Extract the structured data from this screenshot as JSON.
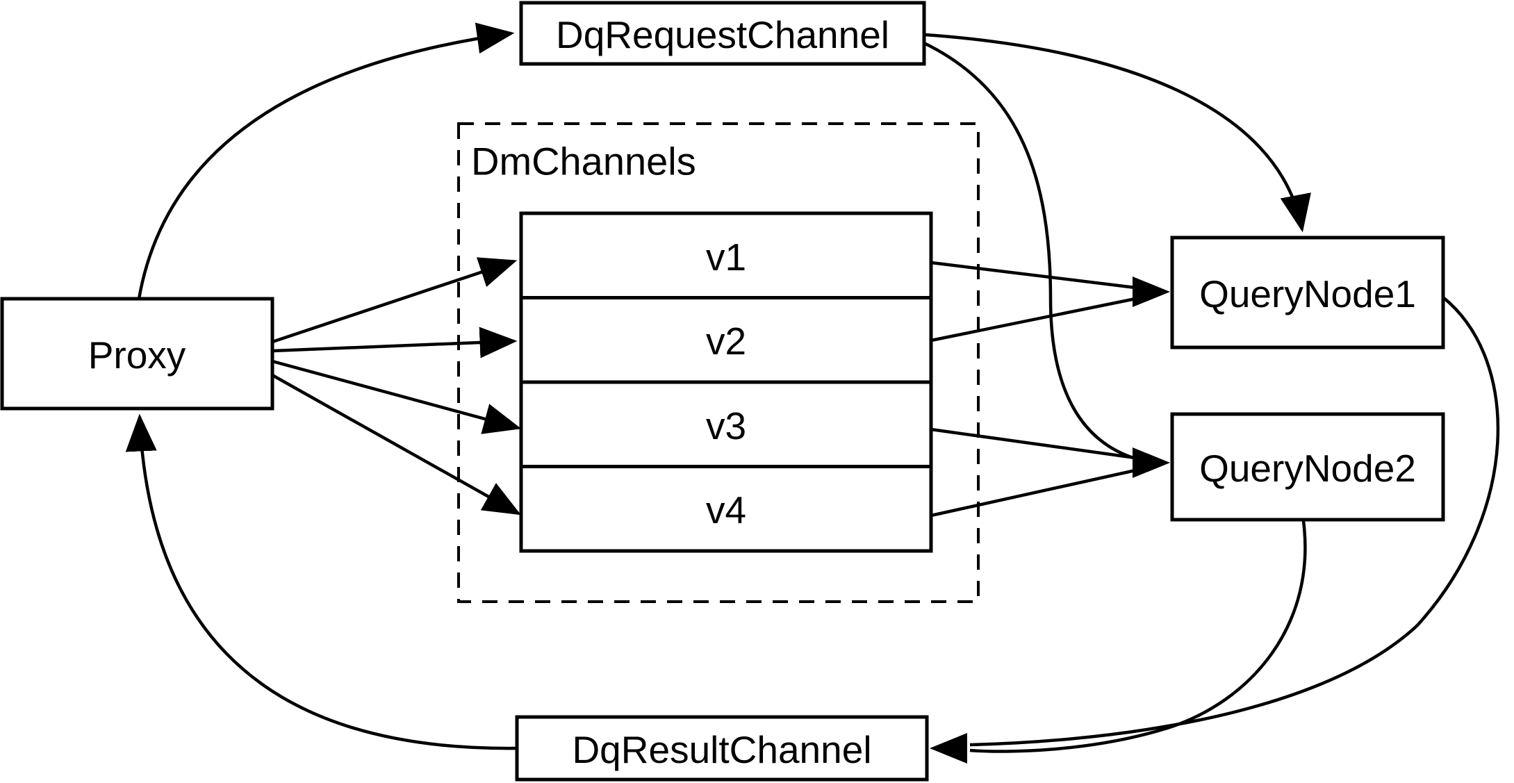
{
  "diagram": {
    "nodes": {
      "proxy": "Proxy",
      "dq_request_channel": "DqRequestChannel",
      "dm_channels_group": "DmChannels",
      "v1": "v1",
      "v2": "v2",
      "v3": "v3",
      "v4": "v4",
      "query_node1": "QueryNode1",
      "query_node2": "QueryNode2",
      "dq_result_channel": "DqResultChannel"
    },
    "colors": {
      "stroke": "#000000",
      "background": "#ffffff"
    },
    "edges": [
      {
        "from": "Proxy",
        "to": "DqRequestChannel"
      },
      {
        "from": "Proxy",
        "to": "v1"
      },
      {
        "from": "Proxy",
        "to": "v2"
      },
      {
        "from": "Proxy",
        "to": "v3"
      },
      {
        "from": "Proxy",
        "to": "v4"
      },
      {
        "from": "v1",
        "to": "QueryNode1"
      },
      {
        "from": "v2",
        "to": "QueryNode1"
      },
      {
        "from": "v3",
        "to": "QueryNode2"
      },
      {
        "from": "v4",
        "to": "QueryNode2"
      },
      {
        "from": "DqRequestChannel",
        "to": "QueryNode1"
      },
      {
        "from": "DqRequestChannel",
        "to": "QueryNode2"
      },
      {
        "from": "QueryNode1",
        "to": "DqResultChannel"
      },
      {
        "from": "QueryNode2",
        "to": "DqResultChannel"
      },
      {
        "from": "DqResultChannel",
        "to": "Proxy"
      }
    ]
  }
}
